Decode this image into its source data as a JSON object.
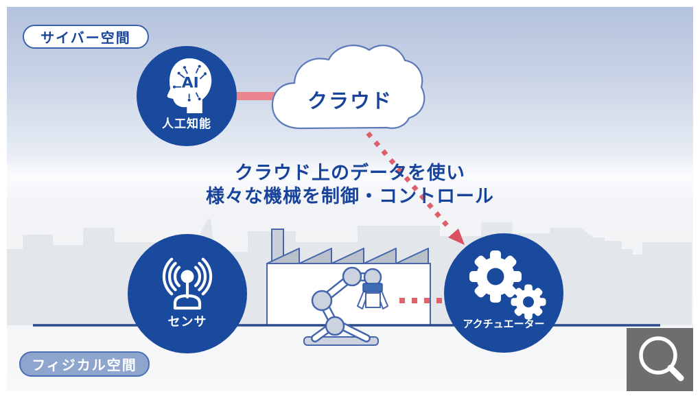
{
  "regions": {
    "cyber_space_label": "サイバー空間",
    "physical_space_label": "フィジカル空間"
  },
  "cloud": {
    "label": "クラウド"
  },
  "caption": {
    "line1": "クラウド上のデータを使い",
    "line2": "様々な機械を制御・コントロール"
  },
  "nodes": {
    "ai": {
      "label": "人工知能",
      "icon": "ai-head-icon"
    },
    "sensor": {
      "label": "センサ",
      "icon": "sensor-antenna-icon"
    },
    "actuator": {
      "label": "アクチュエーター",
      "icon": "gears-icon"
    }
  },
  "scene_icons": {
    "factory": "factory-icon",
    "robot_arm": "robot-arm-icon",
    "skyline": "city-skyline",
    "zoom": "magnifier-icon"
  },
  "colors": {
    "node_blue": "#1a4a9e",
    "text_blue": "#17449a",
    "arrow_red": "#dd5f6a",
    "connector_pink": "#e8858e",
    "ground_navy": "#2b4c8c",
    "outline_blue": "#4566ad",
    "skyline_gray": "#e3e6eb",
    "roof_gray": "#b9c0ca",
    "zoom_button_gray": "#6e6e6e"
  }
}
